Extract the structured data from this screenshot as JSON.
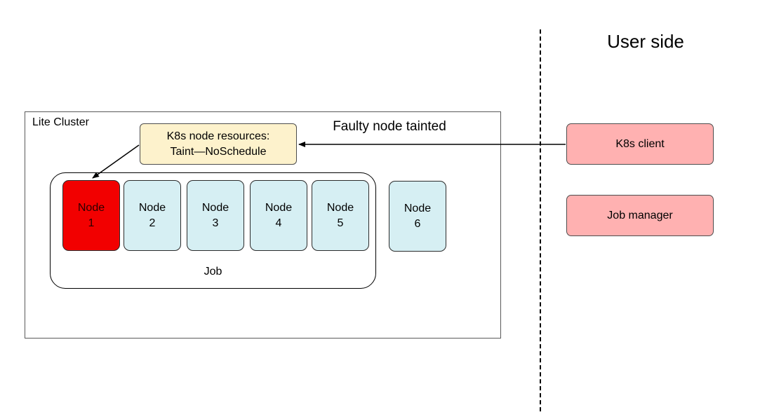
{
  "user_side": {
    "title": "User side",
    "boxes": [
      {
        "label": "K8s client"
      },
      {
        "label": "Job manager"
      }
    ]
  },
  "cluster": {
    "label": "Lite Cluster",
    "taint_box": {
      "line1": "K8s node resources:",
      "line2": "Taint—NoSchedule"
    },
    "faulty_label": "Faulty node tainted",
    "job_label": "Job",
    "nodes": [
      {
        "word": "Node",
        "number": "1",
        "state": "faulty"
      },
      {
        "word": "Node",
        "number": "2",
        "state": "healthy"
      },
      {
        "word": "Node",
        "number": "3",
        "state": "healthy"
      },
      {
        "word": "Node",
        "number": "4",
        "state": "healthy"
      },
      {
        "word": "Node",
        "number": "5",
        "state": "healthy"
      },
      {
        "word": "Node",
        "number": "6",
        "state": "healthy"
      }
    ]
  },
  "colors": {
    "faulty_node": "#f20000",
    "healthy_node": "#d6eff3",
    "taint_box": "#fdf2cc",
    "user_box": "#ffb1b1"
  }
}
